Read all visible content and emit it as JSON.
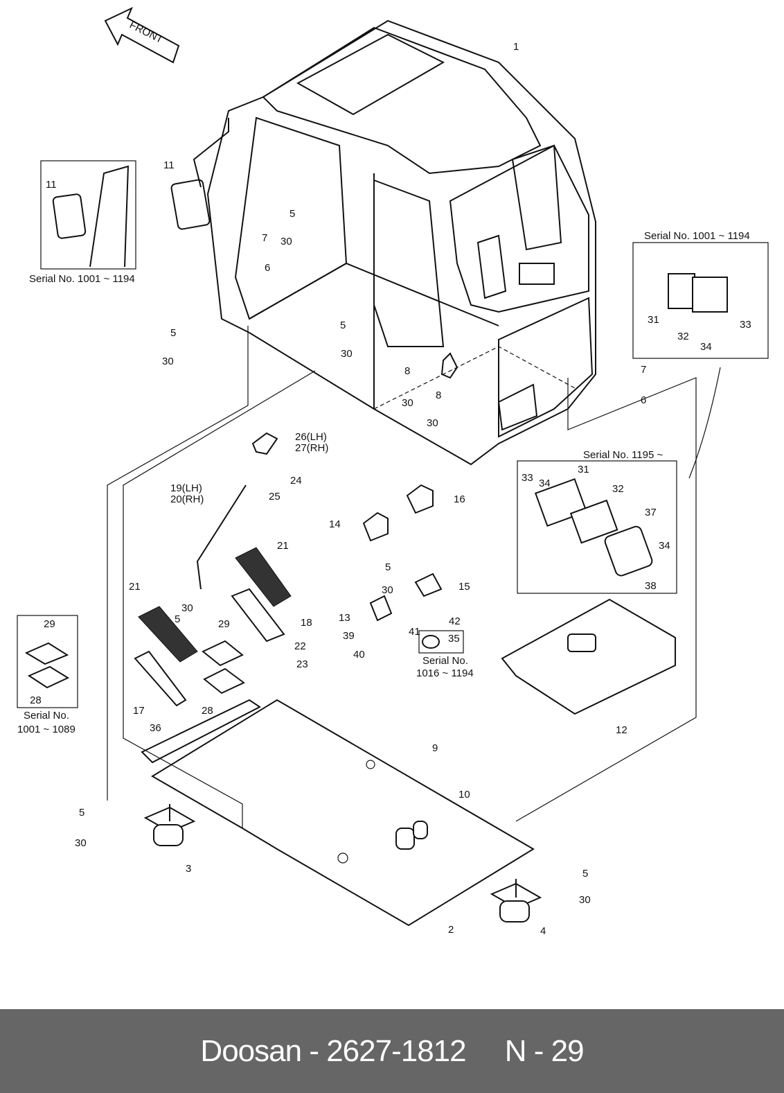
{
  "front_arrow_label": "FRONT",
  "callouts": [
    "1",
    "11",
    "5",
    "7",
    "30",
    "6",
    "5",
    "30",
    "5",
    "30",
    "8",
    "30",
    "8",
    "30",
    "7",
    "6",
    "26(LH)",
    "27(RH)",
    "24",
    "25",
    "19(LH)",
    "20(RH)",
    "14",
    "16",
    "21",
    "21",
    "5",
    "30",
    "15",
    "13",
    "42",
    "41",
    "35",
    "39",
    "40",
    "18",
    "22",
    "23",
    "30",
    "5",
    "29",
    "28",
    "17",
    "36",
    "9",
    "10",
    "12",
    "5",
    "30",
    "3",
    "2",
    "5",
    "30",
    "4"
  ],
  "insets": {
    "mirror": {
      "part": "11",
      "serial": "Serial No. 1001 ~ 1194"
    },
    "vent_old": {
      "serial": "Serial No. 1001 ~ 1194",
      "parts": [
        "31",
        "32",
        "34",
        "33"
      ]
    },
    "vent_new": {
      "serial": "Serial No. 1195 ~",
      "parts": [
        "31",
        "33",
        "34",
        "32",
        "37",
        "34",
        "38"
      ]
    },
    "mat": {
      "parts": [
        "29",
        "28"
      ],
      "serial_line1": "Serial No.",
      "serial_line2": "1001 ~ 1089"
    },
    "cap": {
      "serial_line1": "Serial No.",
      "serial_line2": "1016 ~ 1194"
    }
  },
  "footer": {
    "brand": "Doosan",
    "part_number": "2627-1812",
    "page": "N - 29"
  }
}
